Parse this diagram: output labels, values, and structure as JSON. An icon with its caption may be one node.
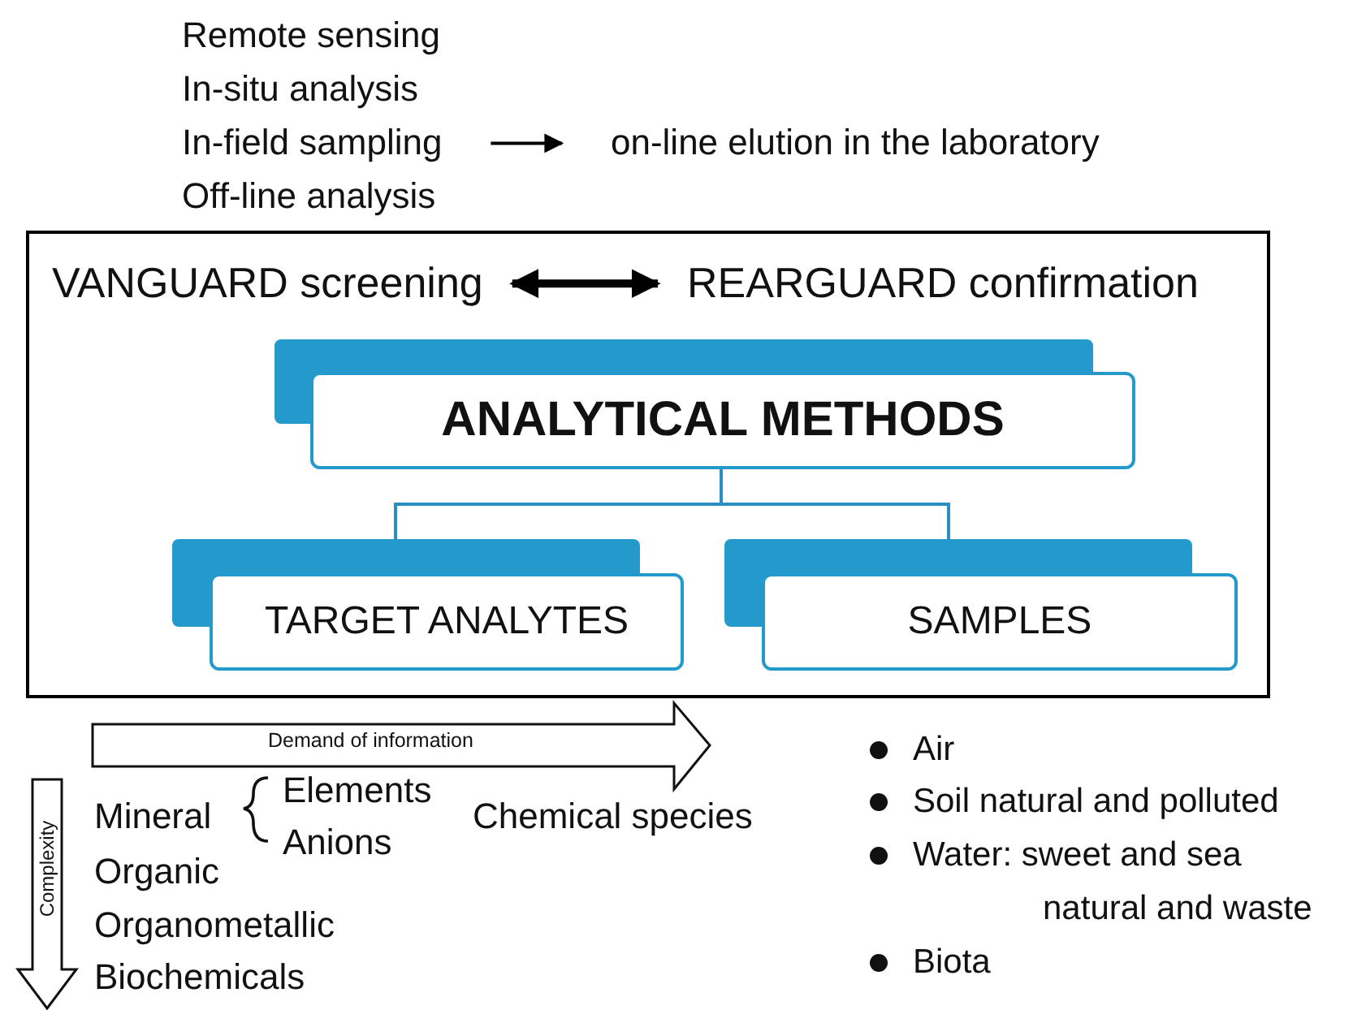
{
  "diagram": {
    "nodes": [
      {
        "text": [
          "In-field sampling"
        ]
      },
      {
        "text": [
          "on-line elution in the laboratory"
        ]
      },
      {
        "text": [],
        "shape": "box"
      },
      {
        "text": [
          "VANGUARD screening"
        ],
        "in": 2
      },
      {
        "text": [
          "REARGUARD confirmation"
        ],
        "in": 2
      },
      {
        "text": [
          "ANALYTICAL METHODS"
        ],
        "in": 2
      },
      {
        "text": [
          "TARGET ANALYTES"
        ],
        "in": 2
      },
      {
        "text": [
          "SAMPLES"
        ],
        "in": 2
      }
    ],
    "edges": [
      {
        "from": 0,
        "to": 1,
        "arrow": "to"
      },
      {
        "from": 3,
        "to": 4,
        "arrow": "both",
        "style": "thick"
      },
      {
        "from": 5,
        "to": 6,
        "arrow": "none",
        "color": "#2a8fc0"
      },
      {
        "from": 5,
        "to": 7,
        "arrow": "none",
        "color": "#2a8fc0"
      }
    ],
    "labels": [
      "Remote sensing",
      "In-situ analysis",
      "Off-line analysis",
      "Demand of information",
      "Complexity",
      "Mineral",
      "Elements",
      "Anions",
      "Chemical species",
      "Organic",
      "Organometallic",
      "Biochemicals",
      "Air",
      "Soil natural and polluted",
      "Water: sweet and sea",
      "natural and waste",
      "Biota"
    ]
  }
}
